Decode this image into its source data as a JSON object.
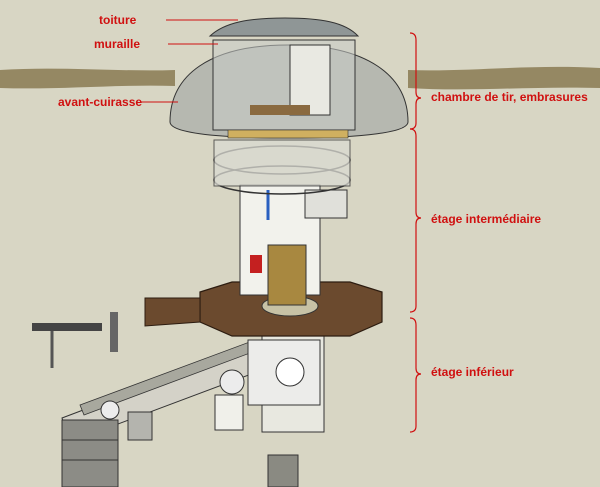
{
  "colors": {
    "background": "#d8d6c4",
    "label_red": "#d01010",
    "ground": "#8a7a52",
    "dome_glass": "#9aa0a0",
    "platform_wood": "#6b4a2e"
  },
  "labels": {
    "toiture": "toiture",
    "muraille": "muraille",
    "avant_cuirasse": "avant-cuirasse",
    "chambre": "chambre de tir, embrasures",
    "etage_intermediaire": "étage intermédiaire",
    "etage_inferieur": "étage inférieur"
  }
}
